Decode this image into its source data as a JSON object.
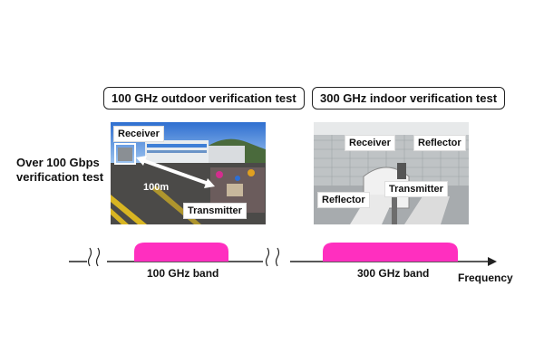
{
  "side_label": {
    "line1": "Over 100 Gbps",
    "line2": "verification test"
  },
  "outdoor": {
    "title": "100 GHz outdoor verification test",
    "receiver_label": "Receiver",
    "distance_label": "100m",
    "transmitter_label": "Transmitter"
  },
  "indoor": {
    "title": "300 GHz indoor verification test",
    "receiver_label": "Receiver",
    "reflector_right_label": "Reflector",
    "reflector_left_label": "Reflector",
    "transmitter_label": "Transmitter"
  },
  "axis": {
    "band1_label": "100 GHz band",
    "band2_label": "300 GHz band",
    "frequency_label": "Frequency",
    "break_symbol": "≀ ≀",
    "band_color": "#ff2fbf"
  }
}
